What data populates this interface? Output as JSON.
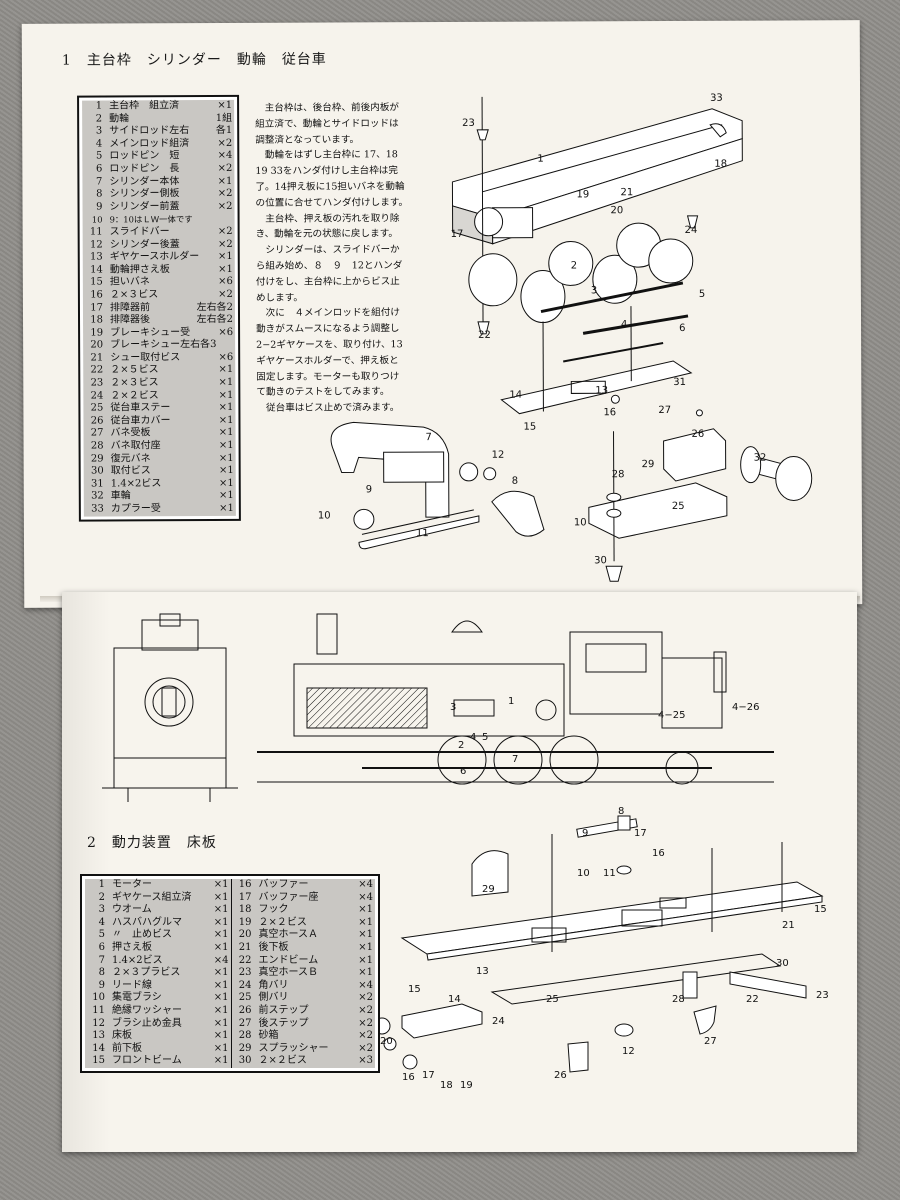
{
  "section1": {
    "title": "1　主台枠　シリンダー　動輪　従台車",
    "parts": [
      {
        "no": "1",
        "name": "主台枠　組立済",
        "qty": "×1"
      },
      {
        "no": "2",
        "name": "動輪",
        "qty": "1組"
      },
      {
        "no": "3",
        "name": "サイドロッド左右",
        "qty": "各1"
      },
      {
        "no": "4",
        "name": "メインロッド組済",
        "qty": "×2"
      },
      {
        "no": "5",
        "name": "ロッドピン　短",
        "qty": "×4"
      },
      {
        "no": "6",
        "name": "ロッドピン　長",
        "qty": "×2"
      },
      {
        "no": "7",
        "name": "シリンダー本体",
        "qty": "×1"
      },
      {
        "no": "8",
        "name": "シリンダー側板",
        "qty": "×2"
      },
      {
        "no": "9",
        "name": "シリンダー前蓋",
        "qty": "×2"
      },
      {
        "no": "10",
        "name": "9：10はＬＷ一体です",
        "qty": ""
      },
      {
        "no": "11",
        "name": "スライドバー",
        "qty": "×2"
      },
      {
        "no": "12",
        "name": "シリンダー後蓋",
        "qty": "×2"
      },
      {
        "no": "13",
        "name": "ギヤケースホルダー",
        "qty": "×1"
      },
      {
        "no": "14",
        "name": "動輪押さえ板",
        "qty": "×1"
      },
      {
        "no": "15",
        "name": "担いバネ",
        "qty": "×6"
      },
      {
        "no": "16",
        "name": "２×３ビス",
        "qty": "×2"
      },
      {
        "no": "17",
        "name": "排障器前",
        "qty": "左右各2"
      },
      {
        "no": "18",
        "name": "排障器後",
        "qty": "左右各2"
      },
      {
        "no": "19",
        "name": "ブレーキシュー受",
        "qty": "×6"
      },
      {
        "no": "20",
        "name": "ブレーキシュー左右各3",
        "qty": ""
      },
      {
        "no": "21",
        "name": "シュー取付ビス",
        "qty": "×6"
      },
      {
        "no": "22",
        "name": "２×５ビス",
        "qty": "×1"
      },
      {
        "no": "23",
        "name": "２×３ビス",
        "qty": "×1"
      },
      {
        "no": "24",
        "name": "２×２ビス",
        "qty": "×1"
      },
      {
        "no": "25",
        "name": "従台車ステー",
        "qty": "×1"
      },
      {
        "no": "26",
        "name": "従台車カバー",
        "qty": "×1"
      },
      {
        "no": "27",
        "name": "バネ受板",
        "qty": "×1"
      },
      {
        "no": "28",
        "name": "バネ取付座",
        "qty": "×1"
      },
      {
        "no": "29",
        "name": "復元バネ",
        "qty": "×1"
      },
      {
        "no": "30",
        "name": "取付ビス",
        "qty": "×1"
      },
      {
        "no": "31",
        "name": "1.4×2ビス",
        "qty": "×1"
      },
      {
        "no": "32",
        "name": "車輪",
        "qty": "×1"
      },
      {
        "no": "33",
        "name": "カプラー受",
        "qty": "×1"
      }
    ],
    "text_lines": [
      "　主台枠は、後台枠、前後内板が",
      "組立済で、動輪とサイドロッドは",
      "調整済となっています。",
      "　動輪をはずし主台枠に 17、18",
      "19 33をハンダ付けし主台枠は完",
      "了。14押え板に15担いバネを動輪",
      "の位置に合せてハンダ付けします。",
      "　主台枠、押え板の汚れを取り除",
      "き、動輪を元の状態に戻します。",
      "　シリンダーは、スライドバーか",
      "ら組み始め、８　９　12とハンダ",
      "付けをし、主台枠に上からビス止",
      "めします。",
      "　次に　４メインロッドを組付け",
      "動きがスムースになるよう調整し",
      "2−2ギヤケースを、取り付け、13",
      "ギヤケースホルダーで、押え板と",
      "固定します。モーターも取りつけ",
      "て動きのテストをしてみます。",
      "　従台車はビス止めで済みます。"
    ],
    "callouts": [
      "33",
      "23",
      "1",
      "18",
      "17",
      "19",
      "21",
      "20",
      "24",
      "2",
      "3",
      "5",
      "6",
      "22",
      "4",
      "14",
      "13",
      "16",
      "15",
      "31",
      "27",
      "26",
      "32",
      "7",
      "12",
      "9",
      "8",
      "10",
      "11",
      "28",
      "29",
      "25",
      "10",
      "30"
    ]
  },
  "side_view": {
    "callouts": [
      "1",
      "3",
      "2",
      "4",
      "5",
      "7",
      "6",
      "4−25",
      "4−26"
    ]
  },
  "section2": {
    "title": "2　動力装置　床板",
    "parts_left": [
      {
        "no": "1",
        "name": "モーター",
        "qty": "×1"
      },
      {
        "no": "2",
        "name": "ギヤケース組立済",
        "qty": "×1"
      },
      {
        "no": "3",
        "name": "ウオーム",
        "qty": "×1"
      },
      {
        "no": "4",
        "name": "ハスバハグルマ",
        "qty": "×1"
      },
      {
        "no": "5",
        "name": "〃　止めビス",
        "qty": "×1"
      },
      {
        "no": "6",
        "name": "押さえ板",
        "qty": "×1"
      },
      {
        "no": "7",
        "name": "1.4×2ビス",
        "qty": "×4"
      },
      {
        "no": "8",
        "name": "２×３プラビス",
        "qty": "×1"
      },
      {
        "no": "9",
        "name": "リード線",
        "qty": "×1"
      },
      {
        "no": "10",
        "name": "集電ブラシ",
        "qty": "×1"
      },
      {
        "no": "11",
        "name": "絶縁ワッシャー",
        "qty": "×1"
      },
      {
        "no": "12",
        "name": "ブラシ止め金具",
        "qty": "×1"
      },
      {
        "no": "13",
        "name": "床板",
        "qty": "×1"
      },
      {
        "no": "14",
        "name": "前下板",
        "qty": "×1"
      },
      {
        "no": "15",
        "name": "フロントビーム",
        "qty": "×1"
      }
    ],
    "parts_right": [
      {
        "no": "16",
        "name": "バッファー",
        "qty": "×4"
      },
      {
        "no": "17",
        "name": "バッファー座",
        "qty": "×4"
      },
      {
        "no": "18",
        "name": "フック",
        "qty": "×1"
      },
      {
        "no": "19",
        "name": "２×２ビス",
        "qty": "×1"
      },
      {
        "no": "20",
        "name": "真空ホースＡ",
        "qty": "×1"
      },
      {
        "no": "21",
        "name": "後下板",
        "qty": "×1"
      },
      {
        "no": "22",
        "name": "エンドビーム",
        "qty": "×1"
      },
      {
        "no": "23",
        "name": "真空ホースＢ",
        "qty": "×1"
      },
      {
        "no": "24",
        "name": "角バリ",
        "qty": "×4"
      },
      {
        "no": "25",
        "name": "側バリ",
        "qty": "×2"
      },
      {
        "no": "26",
        "name": "前ステップ",
        "qty": "×2"
      },
      {
        "no": "27",
        "name": "後ステップ",
        "qty": "×2"
      },
      {
        "no": "28",
        "name": "砂箱",
        "qty": "×2"
      },
      {
        "no": "29",
        "name": "スプラッシャー",
        "qty": "×2"
      },
      {
        "no": "30",
        "name": "２×２ビス",
        "qty": "×3"
      }
    ],
    "callouts": [
      "8",
      "9",
      "17",
      "16",
      "10",
      "11",
      "29",
      "15",
      "21",
      "13",
      "30",
      "25",
      "28",
      "15",
      "14",
      "24",
      "22",
      "23",
      "20",
      "12",
      "27",
      "16",
      "17",
      "18",
      "19",
      "26"
    ]
  }
}
